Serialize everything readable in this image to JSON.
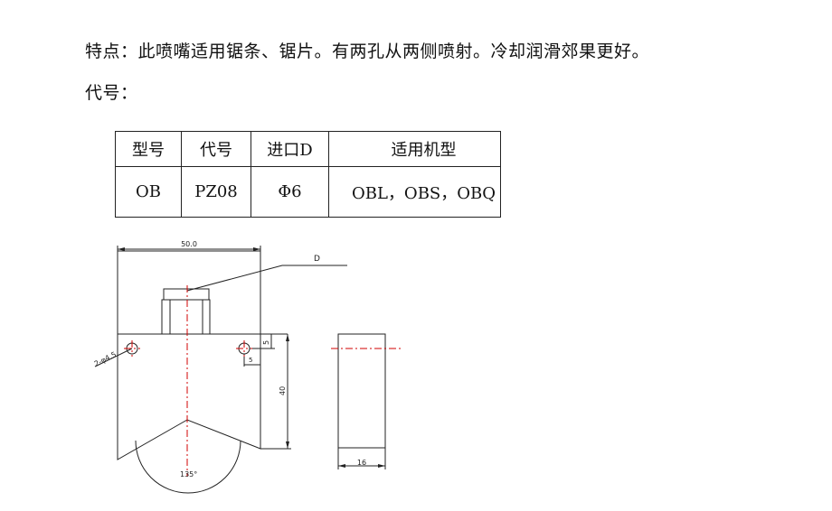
{
  "text": {
    "features": "特点：此喷嘴适用锯条、锯片。有两孔从两侧喷射。冷却润滑郊果更好。",
    "code_label": "代号："
  },
  "table": {
    "headers": [
      "型号",
      "代号",
      "进口D",
      "适用机型"
    ],
    "rows": [
      [
        "OB",
        "PZ08",
        "Φ6",
        "OBL，OBS，OBQ"
      ]
    ]
  },
  "drawing": {
    "dim_width": "50.0",
    "label_d": "D",
    "dim_hole": "2-φ4.5",
    "dim_offset_v": "5",
    "dim_offset_h": "5",
    "dim_height": "40",
    "dim_angle": "135°",
    "dim_thickness": "16",
    "centerline_color": "#d00000"
  }
}
